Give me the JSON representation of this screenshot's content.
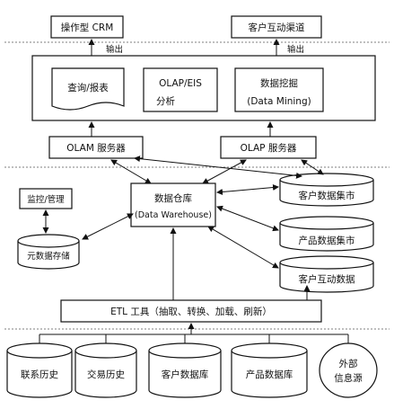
{
  "top": {
    "crm": "操作型 CRM",
    "channel": "客户互动渠道",
    "out_left": "输出",
    "out_right": "输出"
  },
  "apps": {
    "query": "查询/报表",
    "olap_line1": "OLAP/EIS",
    "olap_line2": "分析",
    "mining_line1": "数据挖掘",
    "mining_line2": "(Data Mining)"
  },
  "servers": {
    "olam": "OLAM 服务器",
    "olap": "OLAP 服务器"
  },
  "middle": {
    "monitor": "监控/管理",
    "metadata": "元数据存储",
    "dw_line1": "数据仓库",
    "dw_line2": "(Data Warehouse)",
    "mart_customer": "客户数据集市",
    "mart_product": "产品数据集市",
    "interaction": "客户互动数据"
  },
  "etl": {
    "label": "ETL 工具（抽取、转换、加载、刷新）"
  },
  "sources": [
    {
      "label": "联系历史"
    },
    {
      "label": "交易历史"
    },
    {
      "label": "客户数据库"
    },
    {
      "label": "产品数据库"
    },
    {
      "label_line1": "外部",
      "label_line2": "信息源"
    }
  ]
}
